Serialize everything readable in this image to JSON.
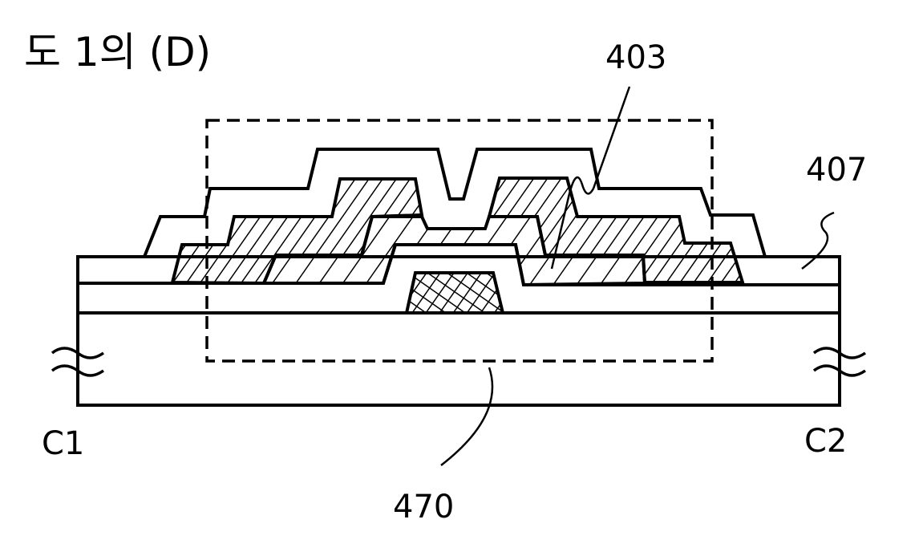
{
  "figure": {
    "title": "도 1의 (D)",
    "labels": {
      "ref_403": "403",
      "ref_407": "407",
      "ref_470": "470",
      "end_c1": "C1",
      "end_c2": "C2"
    }
  }
}
